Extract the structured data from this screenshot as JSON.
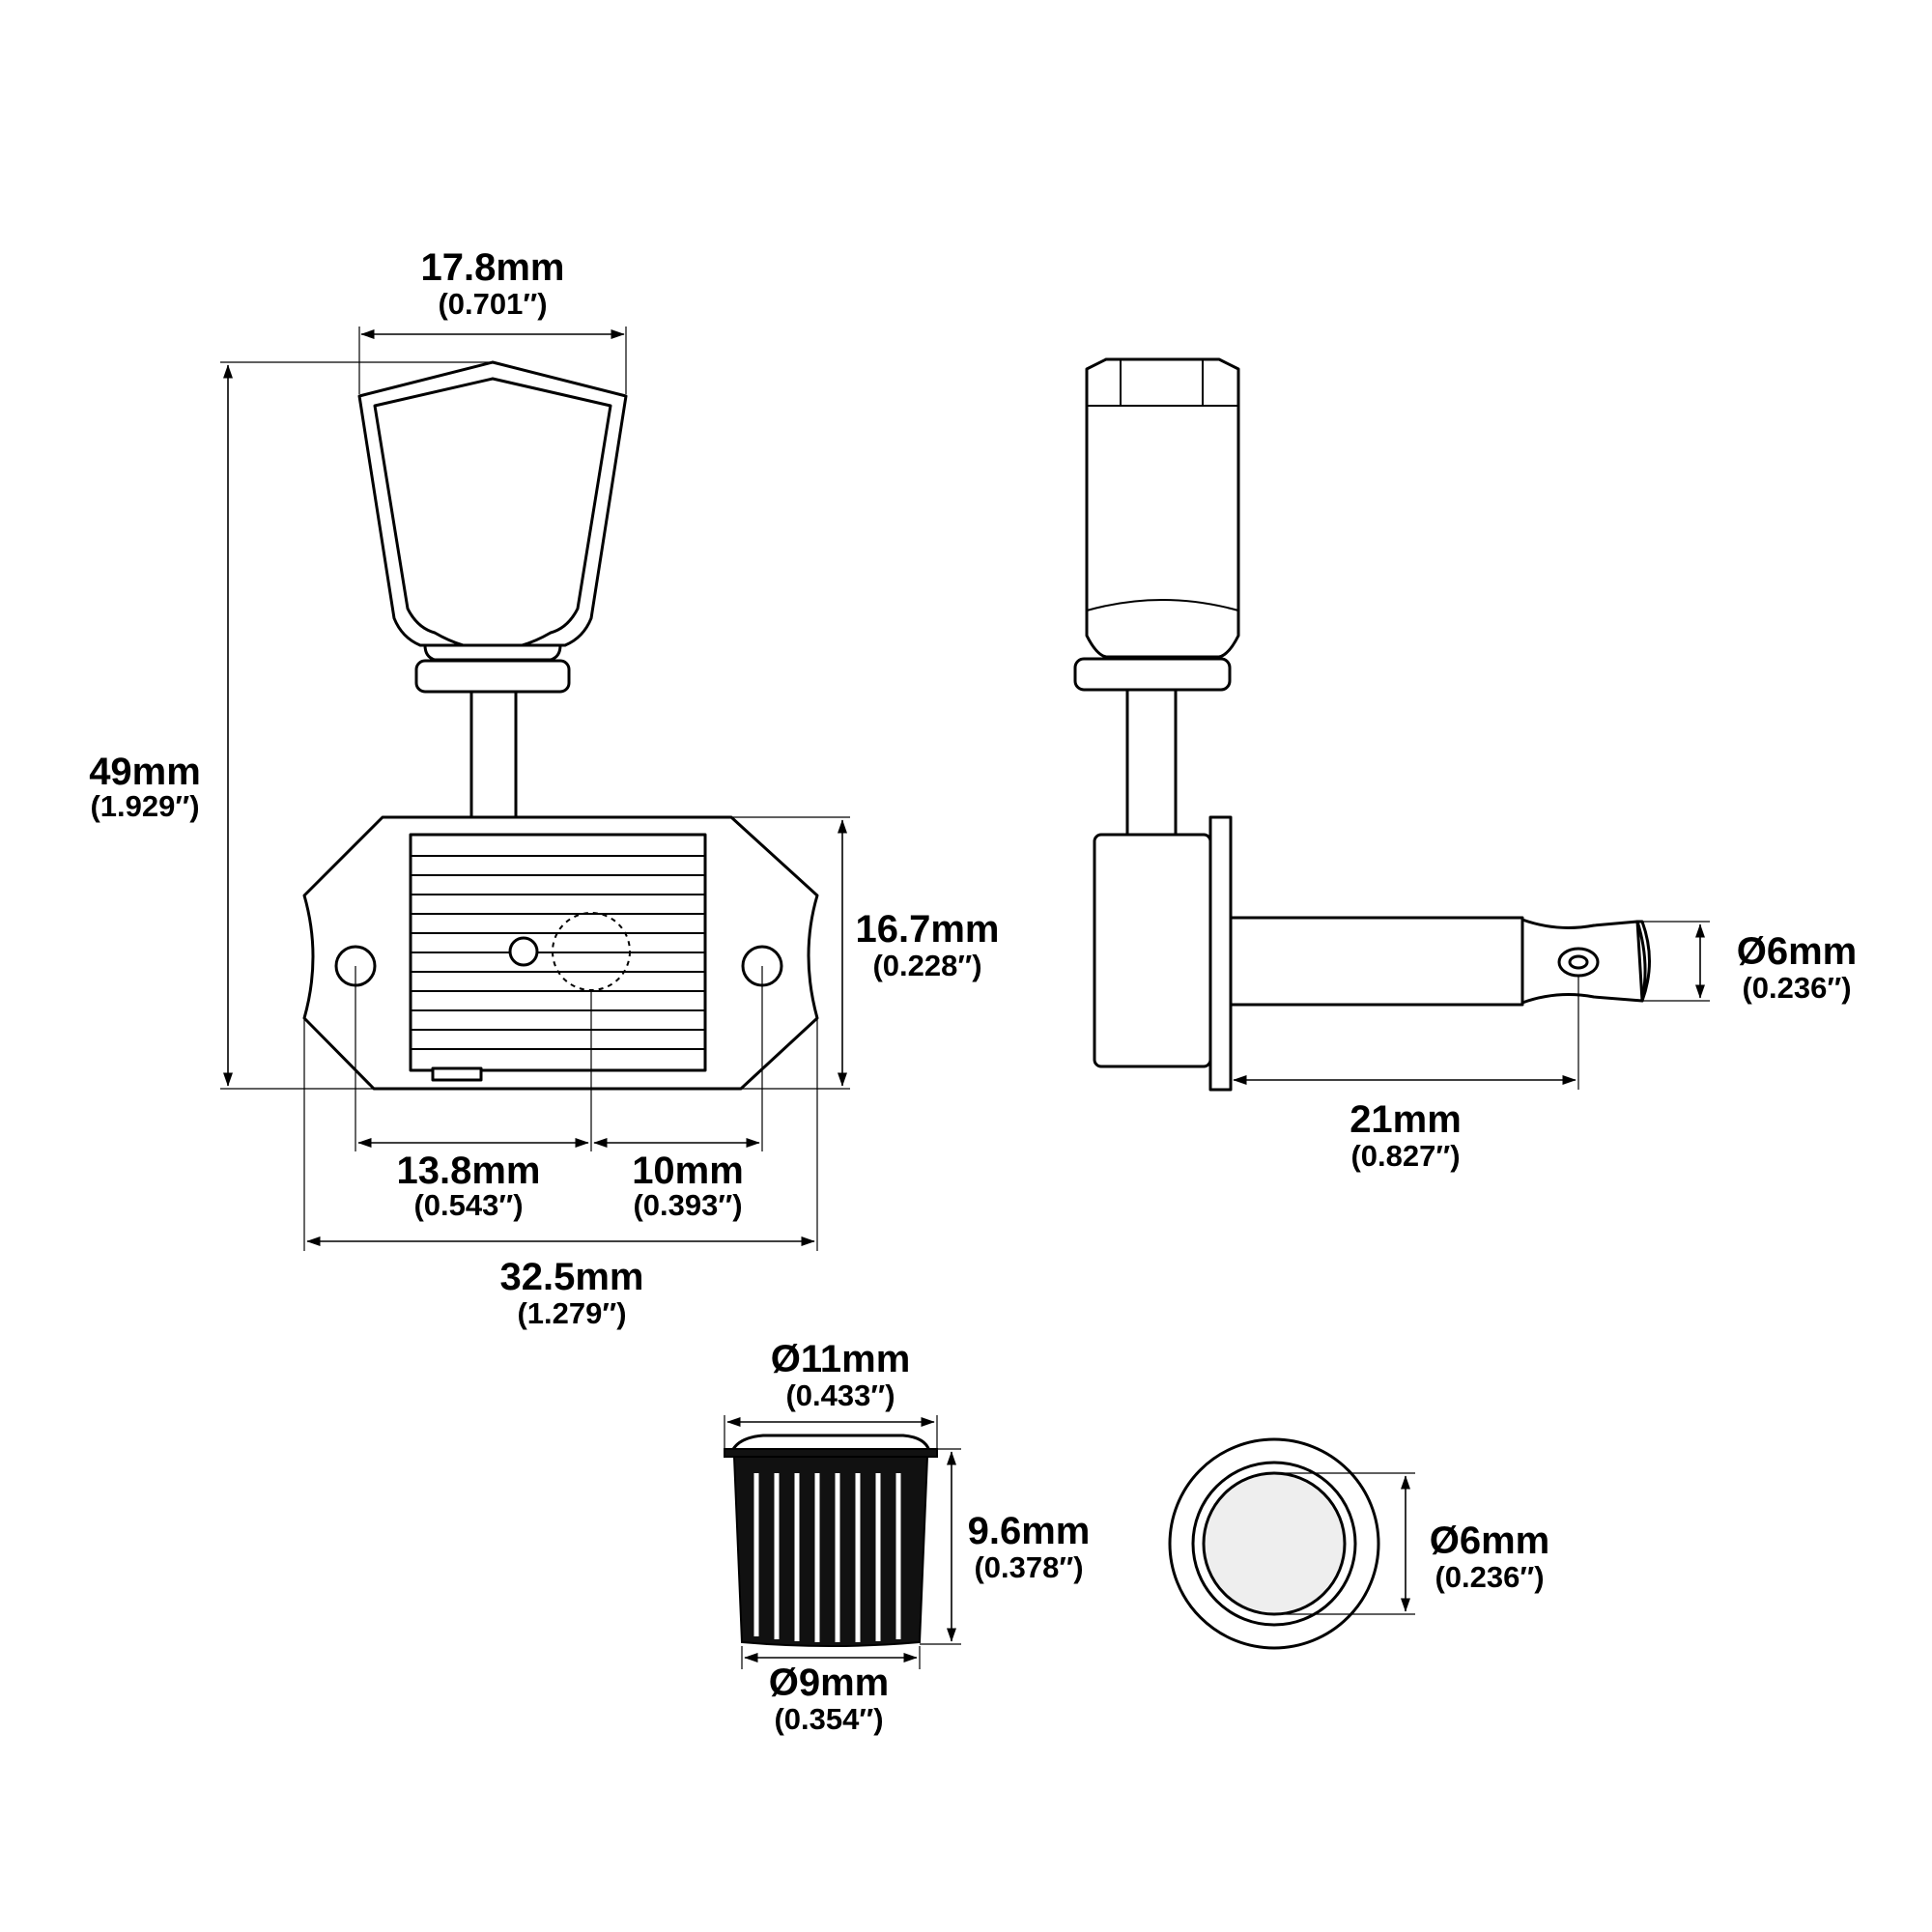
{
  "dimensions": {
    "knob_width": {
      "mm": "17.8mm",
      "inch": "(0.701″)"
    },
    "total_height": {
      "mm": "49mm",
      "inch": "(1.929″)"
    },
    "housing_height": {
      "mm": "16.7mm",
      "inch": "(0.228″)"
    },
    "hole_to_center": {
      "mm": "13.8mm",
      "inch": "(0.543″)"
    },
    "center_to_hole": {
      "mm": "10mm",
      "inch": "(0.393″)"
    },
    "total_width": {
      "mm": "32.5mm",
      "inch": "(1.279″)"
    },
    "post_diameter": {
      "mm": "Ø6mm",
      "inch": "(0.236″)"
    },
    "post_length": {
      "mm": "21mm",
      "inch": "(0.827″)"
    },
    "bushing_outer": {
      "mm": "Ø11mm",
      "inch": "(0.433″)"
    },
    "bushing_height": {
      "mm": "9.6mm",
      "inch": "(0.378″)"
    },
    "bushing_body": {
      "mm": "Ø9mm",
      "inch": "(0.354″)"
    },
    "bushing_inner": {
      "mm": "Ø6mm",
      "inch": "(0.236″)"
    }
  }
}
